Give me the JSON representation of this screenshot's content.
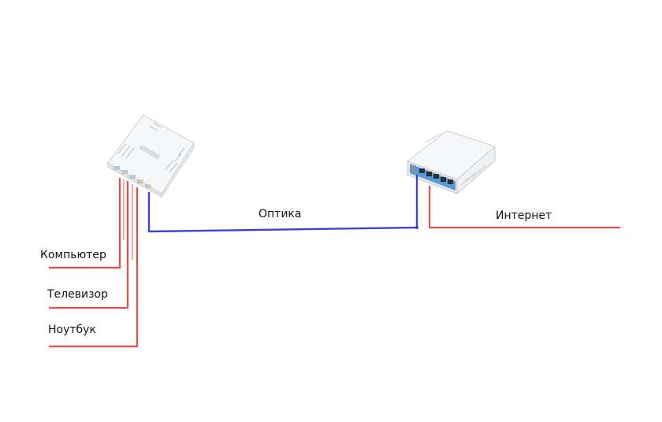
{
  "labels": {
    "computer": "Компьютер",
    "tv": "Телевизор",
    "laptop": "Ноутбук",
    "optic": "Оптика",
    "internet": "Интернет"
  },
  "colors": {
    "ethernet": "#ef4a4a",
    "fiber": "#3a45d8",
    "device_body": "#f4f5f6",
    "device_edge": "#c8cbcf",
    "port_accent": "#3a8fd8"
  }
}
